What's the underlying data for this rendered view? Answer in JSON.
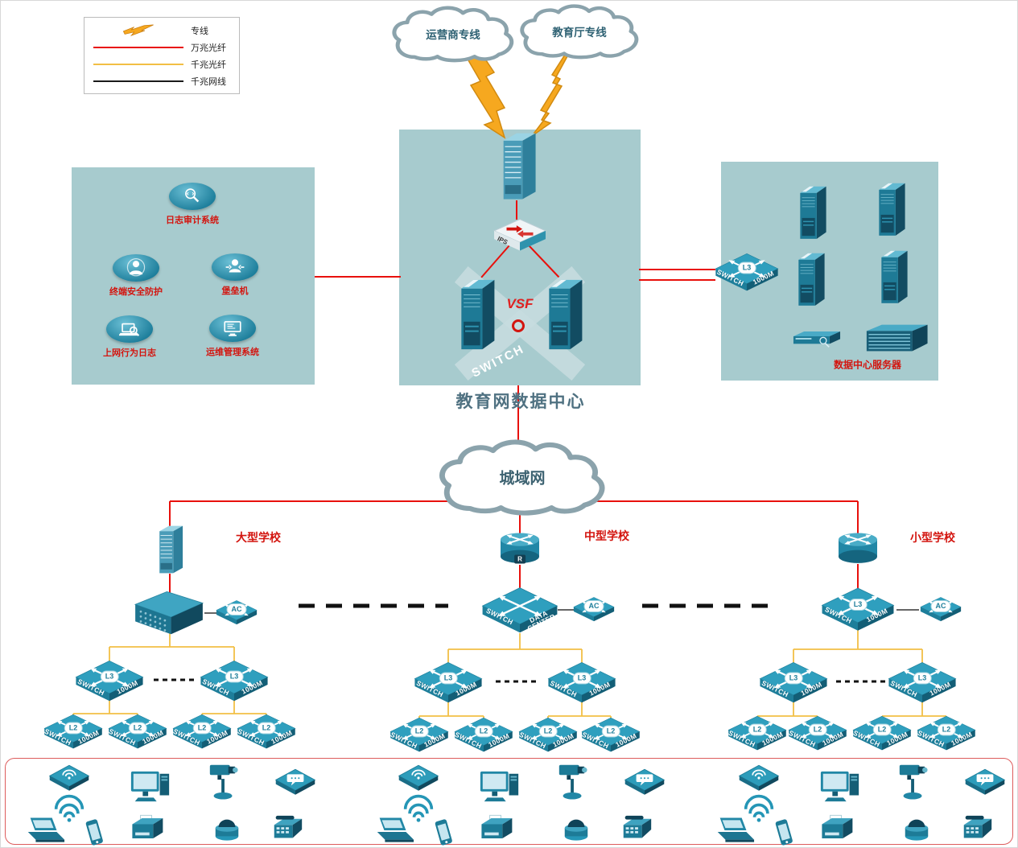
{
  "colors": {
    "red_line": "#e8100c",
    "yellow_line": "#f2bf45",
    "black_line": "#1a1a1a",
    "lightning": "#f6a81f",
    "zone_bg": "#a7cbce",
    "label_red": "#d3150f"
  },
  "legend": {
    "items": [
      {
        "label": "专线",
        "type": "lightning"
      },
      {
        "label": "万兆光纤",
        "type": "line",
        "color": "#e8100c"
      },
      {
        "label": "千兆光纤",
        "type": "line",
        "color": "#f2bf45"
      },
      {
        "label": "千兆网线",
        "type": "line",
        "color": "#1a1a1a"
      }
    ]
  },
  "clouds": {
    "carrier": "运营商专线",
    "edu": "教育厅专线",
    "man": "城域网"
  },
  "datacenter": {
    "title": "教育网数据中心",
    "ips": "IPS",
    "vsf": "VSF",
    "switch_text": "SWITCH"
  },
  "security_zone": {
    "items": [
      {
        "label": "日志审计系统"
      },
      {
        "label": "终端安全防护"
      },
      {
        "label": "堡垒机"
      },
      {
        "label": "上网行为日志"
      },
      {
        "label": "运维管理系统"
      }
    ]
  },
  "server_zone": {
    "label": "数据中心服务器"
  },
  "labels": {
    "switch": "SWITCH",
    "speed": "1000M",
    "l3": "L3",
    "l2": "L2",
    "ac": "AC",
    "r": "R",
    "data_center": "DATA CENTER"
  },
  "schools": [
    {
      "name": "大型学校"
    },
    {
      "name": "中型学校"
    },
    {
      "name": "小型学校"
    }
  ]
}
